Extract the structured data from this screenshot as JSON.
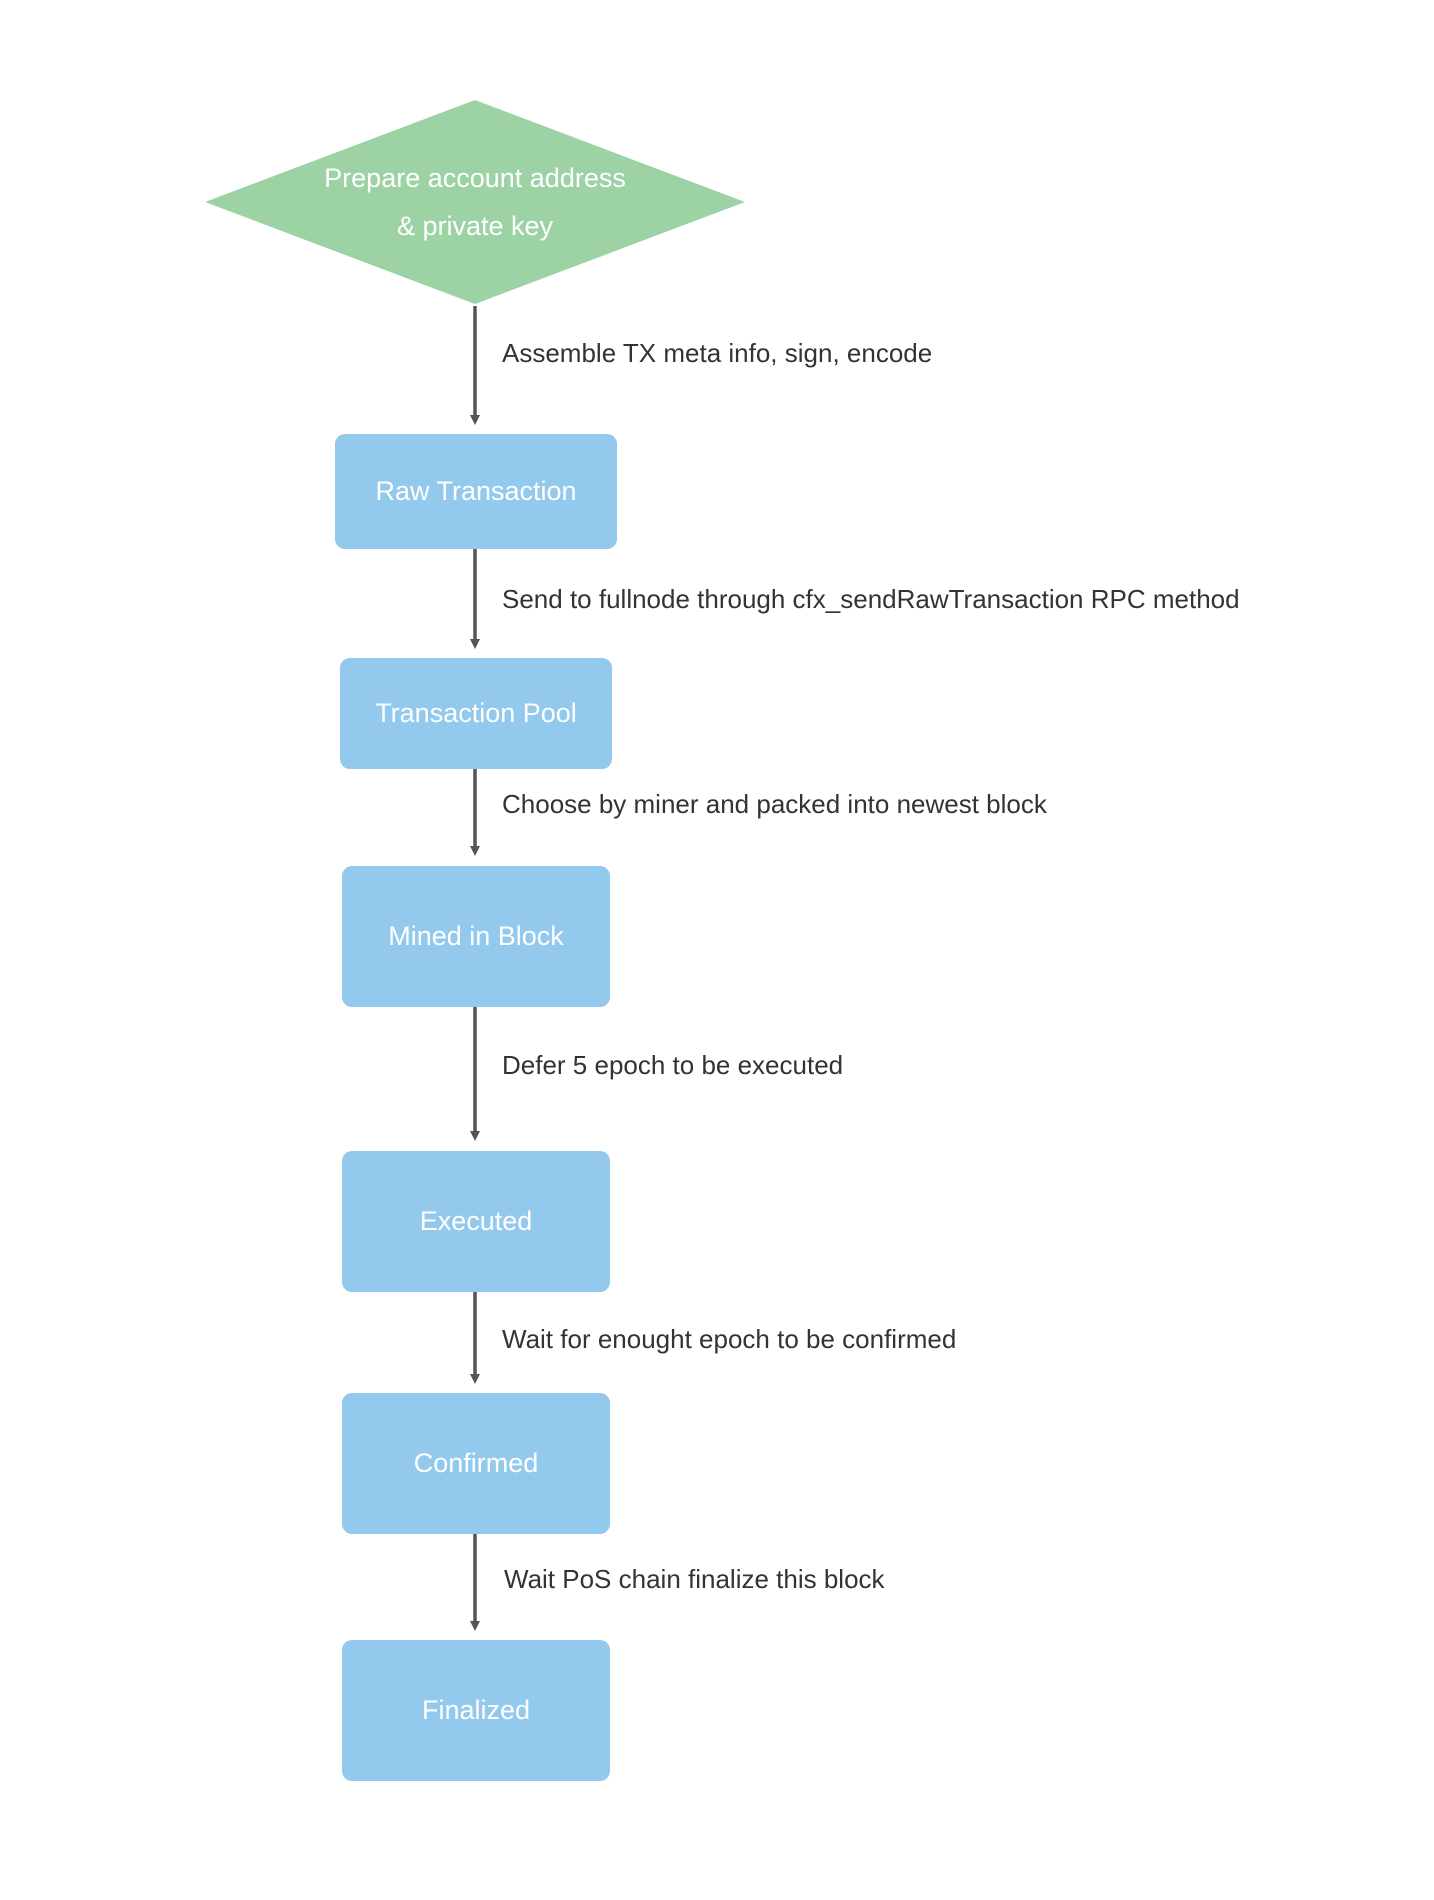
{
  "start": {
    "line1": "Prepare account address",
    "line2": "& private key"
  },
  "nodes": [
    {
      "label": "Raw Transaction"
    },
    {
      "label": "Transaction Pool"
    },
    {
      "label": "Mined in Block"
    },
    {
      "label": "Executed"
    },
    {
      "label": "Confirmed"
    },
    {
      "label": "Finalized"
    }
  ],
  "edges": [
    {
      "label": "Assemble TX meta info, sign, encode"
    },
    {
      "label": "Send to fullnode through cfx_sendRawTransaction RPC method"
    },
    {
      "label": "Choose by miner and packed into newest block"
    },
    {
      "label": "Defer 5 epoch to be executed"
    },
    {
      "label": "Wait for enought epoch to be confirmed"
    },
    {
      "label": "Wait PoS chain finalize this block"
    }
  ],
  "colors": {
    "decision": "#9dd2a5",
    "process": "#93c9ec",
    "arrow": "#555555",
    "text": "#333333"
  }
}
